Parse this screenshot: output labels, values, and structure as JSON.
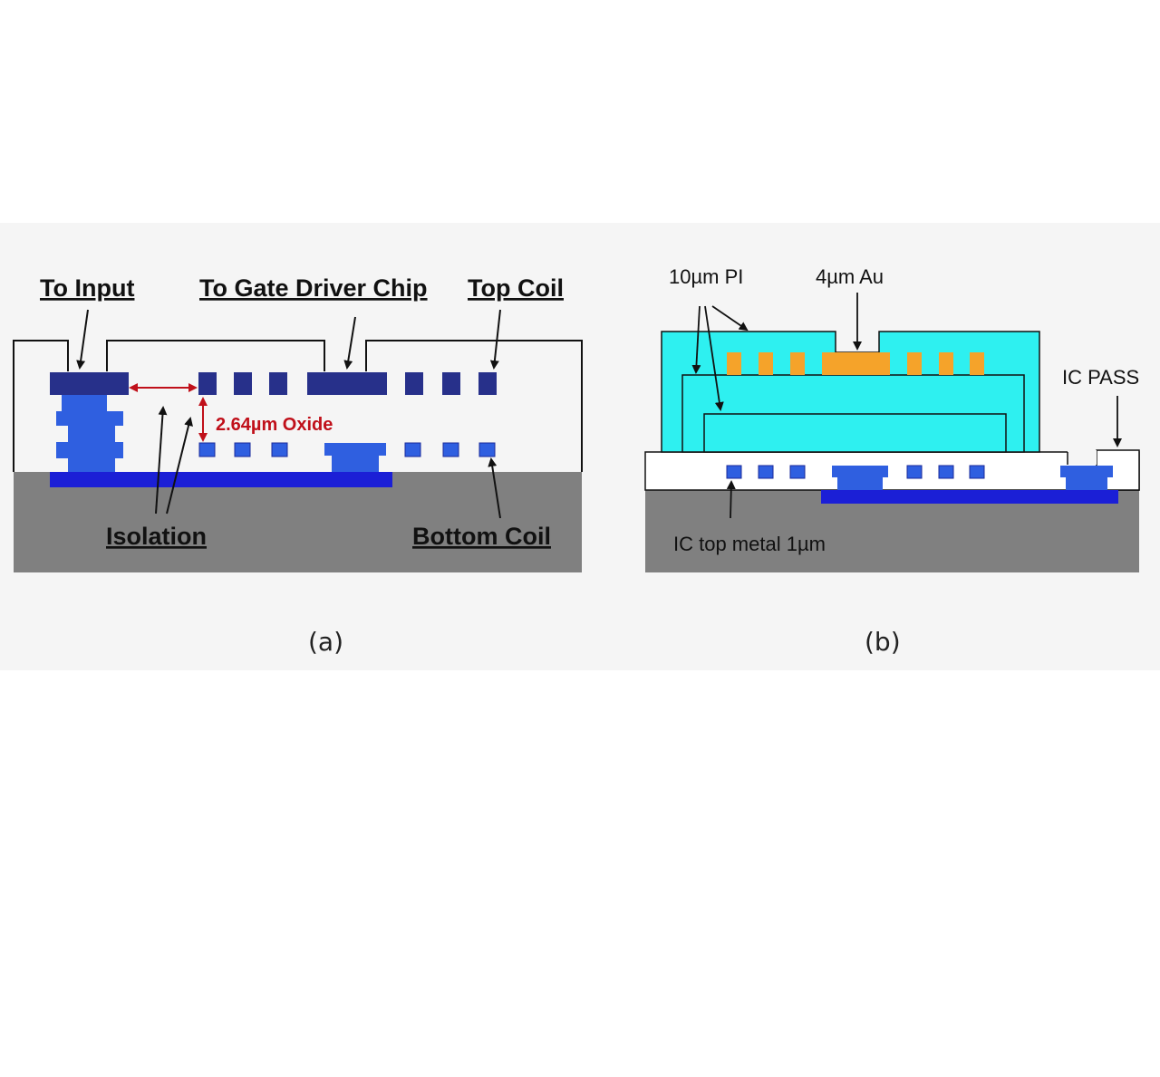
{
  "colors": {
    "substrate": "#808080",
    "dark_metal": "#27308a",
    "metal": "#2f5fe0",
    "metal_stripe": "#1b1fd6",
    "pi": "#2ef0f0",
    "gold": "#f5a32a",
    "red_annotation": "#c0101a",
    "band": "#f5f5f5"
  },
  "panel_a": {
    "caption": "(a)",
    "label_to_input": "To Input",
    "label_gate_driver": "To Gate Driver Chip",
    "label_top_coil": "Top Coil",
    "label_oxide": "2.64µm Oxide",
    "label_isolation": "Isolation",
    "label_bottom_coil": "Bottom Coil"
  },
  "panel_b": {
    "caption": "(b)",
    "label_pi": "10µm PI",
    "label_au": "4µm Au",
    "label_ic_pass": "IC PASS",
    "label_ic_top_metal": "IC top metal 1µm"
  }
}
